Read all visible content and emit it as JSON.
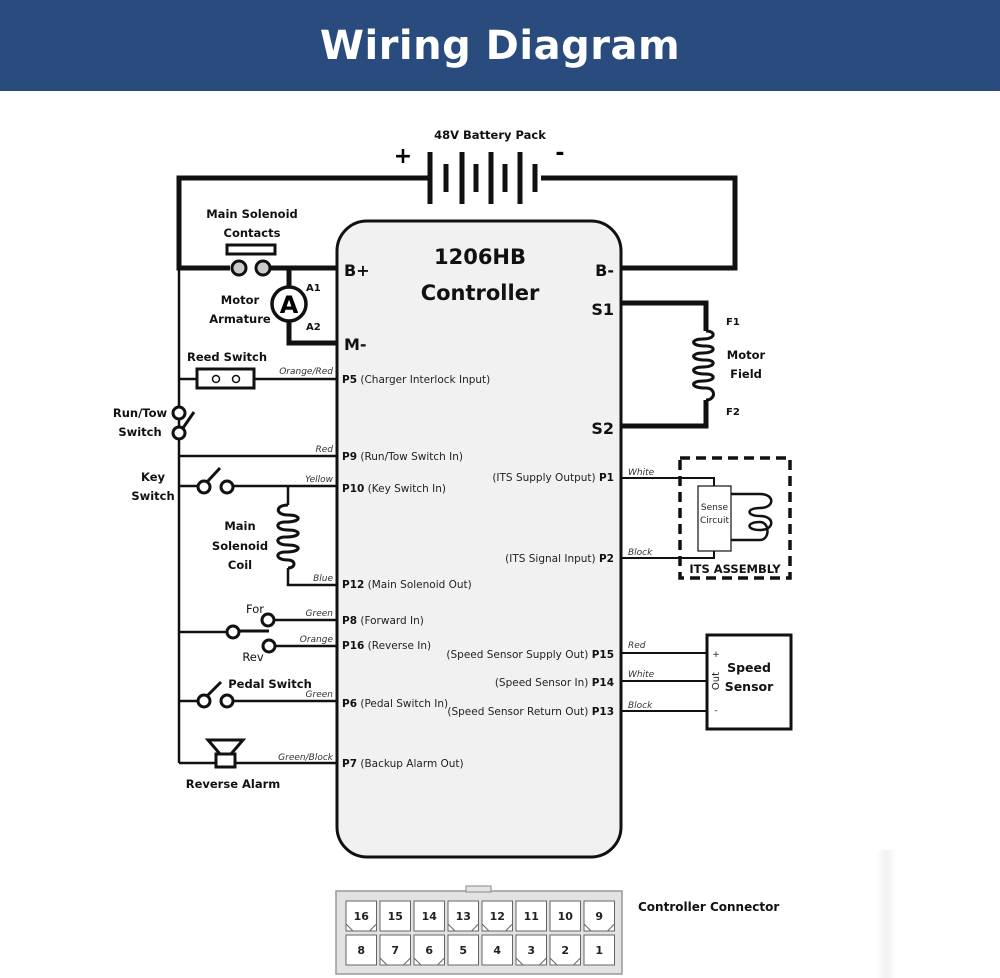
{
  "header": {
    "title": "Wiring Diagram",
    "background": "#294b7e"
  },
  "battery": {
    "label": "48V Battery Pack",
    "plus": "+",
    "minus": "-"
  },
  "controller": {
    "title_line1": "1206HB",
    "title_line2": "Controller",
    "terminals": {
      "b_plus": "B+",
      "m_minus": "M-",
      "b_minus": "B-",
      "s1": "S1",
      "s2": "S2"
    }
  },
  "components": {
    "main_solenoid_contacts": [
      "Main Solenoid",
      "Contacts"
    ],
    "motor_armature": [
      "Motor",
      "Armature"
    ],
    "armature_symbol": "A",
    "a1": "A1",
    "a2": "A2",
    "reed_switch": "Reed Switch",
    "run_tow_switch": [
      "Run/Tow",
      "Switch"
    ],
    "key_switch": [
      "Key",
      "Switch"
    ],
    "main_solenoid_coil": [
      "Main",
      "Solenoid",
      "Coil"
    ],
    "for": "For",
    "rev": "Rev",
    "pedal_switch": "Pedal Switch",
    "reverse_alarm": "Reverse Alarm",
    "motor_field": [
      "Motor",
      "Field"
    ],
    "f1": "F1",
    "f2": "F2",
    "sense_circuit": [
      "Sense",
      "Circuit"
    ],
    "its_assembly": "ITS ASSEMBLY",
    "speed_sensor": [
      "Speed",
      "Sensor"
    ],
    "speed_sensor_plus": "+",
    "speed_sensor_out": "Out",
    "speed_sensor_minus": "-"
  },
  "left_pins": [
    {
      "pin": "P5",
      "desc": "(Charger Interlock Input)",
      "wire": "Orange/Red"
    },
    {
      "pin": "P9",
      "desc": "(Run/Tow Switch In)",
      "wire": "Red"
    },
    {
      "pin": "P10",
      "desc": "(Key Switch In)",
      "wire": "Yellow"
    },
    {
      "pin": "P12",
      "desc": "(Main Solenoid Out)",
      "wire": "Blue"
    },
    {
      "pin": "P8",
      "desc": "(Forward In)",
      "wire": "Green"
    },
    {
      "pin": "P16",
      "desc": "(Reverse In)",
      "wire": "Orange"
    },
    {
      "pin": "P6",
      "desc": "(Pedal Switch In)",
      "wire": "Green"
    },
    {
      "pin": "P7",
      "desc": "(Backup Alarm Out)",
      "wire": "Green/Block"
    }
  ],
  "right_pins": [
    {
      "pin": "P1",
      "desc": "(ITS Supply Output)",
      "wire": "White"
    },
    {
      "pin": "P2",
      "desc": "(ITS Signal Input)",
      "wire": "Block"
    },
    {
      "pin": "P15",
      "desc": "(Speed Sensor Supply Out)",
      "wire": "Red"
    },
    {
      "pin": "P14",
      "desc": "(Speed Sensor In)",
      "wire": "White"
    },
    {
      "pin": "P13",
      "desc": "(Speed Sensor Return Out)",
      "wire": "Block"
    }
  ],
  "connector": {
    "label": "Controller Connector",
    "top_row": [
      "16",
      "15",
      "14",
      "13",
      "12",
      "11",
      "10",
      "9"
    ],
    "bottom_row": [
      "8",
      "7",
      "6",
      "5",
      "4",
      "3",
      "2",
      "1"
    ]
  }
}
